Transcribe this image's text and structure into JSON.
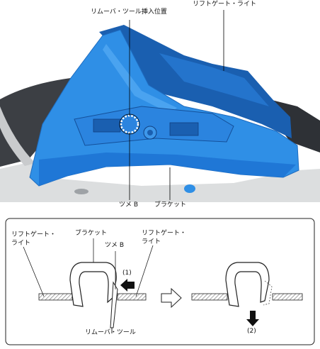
{
  "top_illustration": {
    "label_tool_position": "リムーバ・ツール挿入位置",
    "label_liftgate_light": "リフトゲート・ライト",
    "label_claw_b": "ツメ B",
    "label_bracket": "ブラケット",
    "colors": {
      "part_blue": "#2f8fe6",
      "part_dark": "#1a5fb0",
      "body_gray": "#3a3d42",
      "body_light": "#d9dbdc"
    }
  },
  "bottom_diagram": {
    "label_liftgate_light_left_line1": "リフトゲート・",
    "label_liftgate_light_left_line2": "ライト",
    "label_bracket": "ブラケット",
    "label_claw_b": "ツメ B",
    "label_liftgate_light_right_line1": "リフトゲート・",
    "label_liftgate_light_right_line2": "ライト",
    "step_1": "(1)",
    "step_2": "(2)",
    "label_removal_tool": "リムーバ・ツール"
  }
}
